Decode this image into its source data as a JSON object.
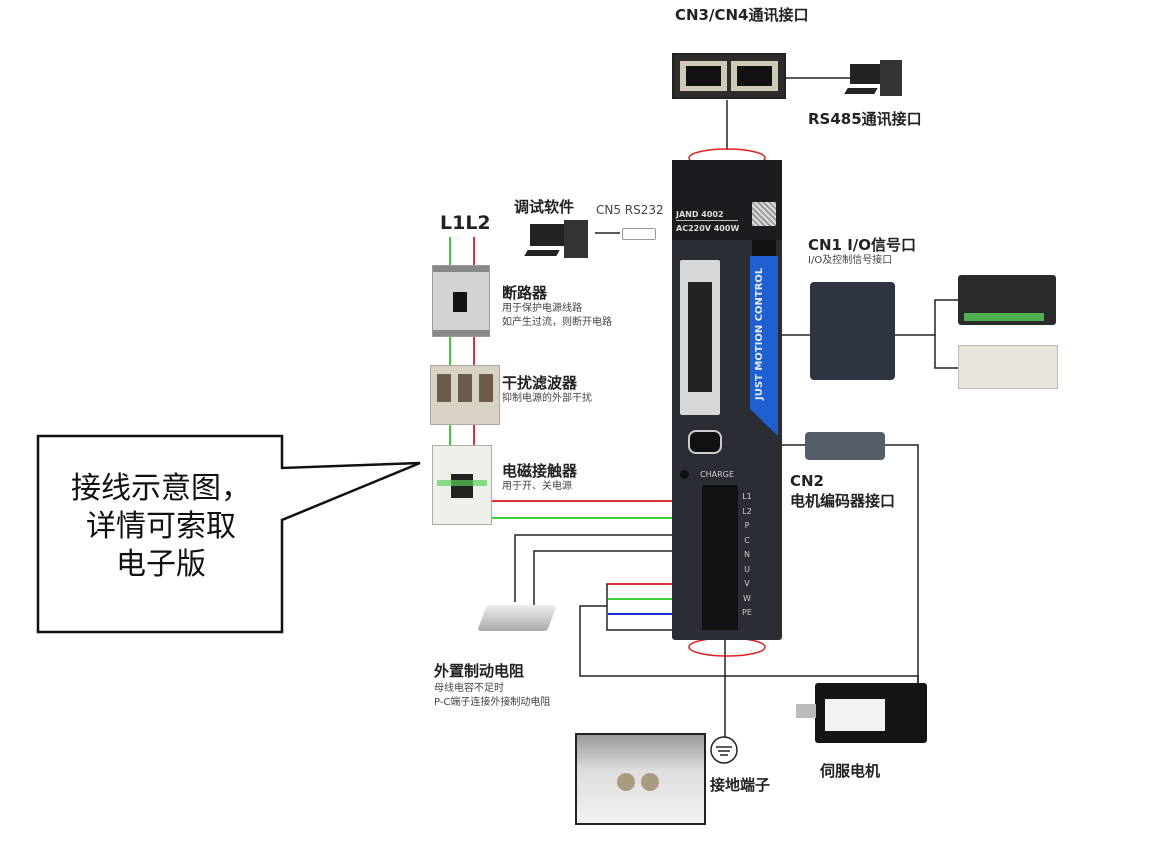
{
  "diagram": {
    "comm_port": {
      "title": "CN3/CN4通讯接口",
      "pc_label": "RS485通讯接口"
    },
    "debug": {
      "title": "调试软件",
      "port": "CN5 RS232"
    },
    "power": {
      "label": "L1L2"
    },
    "breaker": {
      "title": "断路器",
      "desc": [
        "用于保护电源线路",
        "如产生过流，则断开电路"
      ]
    },
    "filter": {
      "title": "干扰滤波器",
      "desc": [
        "抑制电源的外部干扰"
      ]
    },
    "contactor": {
      "title": "电磁接触器",
      "desc": [
        "用于开、关电源"
      ]
    },
    "driver": {
      "model": "JAND 4002",
      "rating": "AC220V 400W",
      "brand": "JUST MOTION CONTROL",
      "charge": "CHARGE",
      "cn1_mark": "CN1",
      "cn2_mark": "CN2",
      "terminals": [
        "L1",
        "L2",
        "P",
        "C",
        "N",
        "U",
        "V",
        "W",
        "PE"
      ]
    },
    "cn1": {
      "title": "CN1  I/O信号口",
      "desc": "I/O及控制信号接口"
    },
    "cn2": {
      "title": "CN2",
      "desc": "电机编码器接口"
    },
    "brake_resistor": {
      "title": "外置制动电阻",
      "desc": [
        "母线电容不足时",
        "P-C端子连接外接制动电阻"
      ]
    },
    "ground": {
      "title": "接地端子"
    },
    "motor": {
      "title": "伺服电机"
    },
    "callout": {
      "lines": [
        "接线示意图，",
        "详情可索取",
        "电子版"
      ]
    },
    "colors": {
      "red": "#e0303a",
      "green": "#3ccf3c",
      "blue": "#1a2fd0",
      "driver_body": "#2a2d33",
      "driver_stripe": "#1f5fcf",
      "highlight": "#e02020"
    }
  }
}
